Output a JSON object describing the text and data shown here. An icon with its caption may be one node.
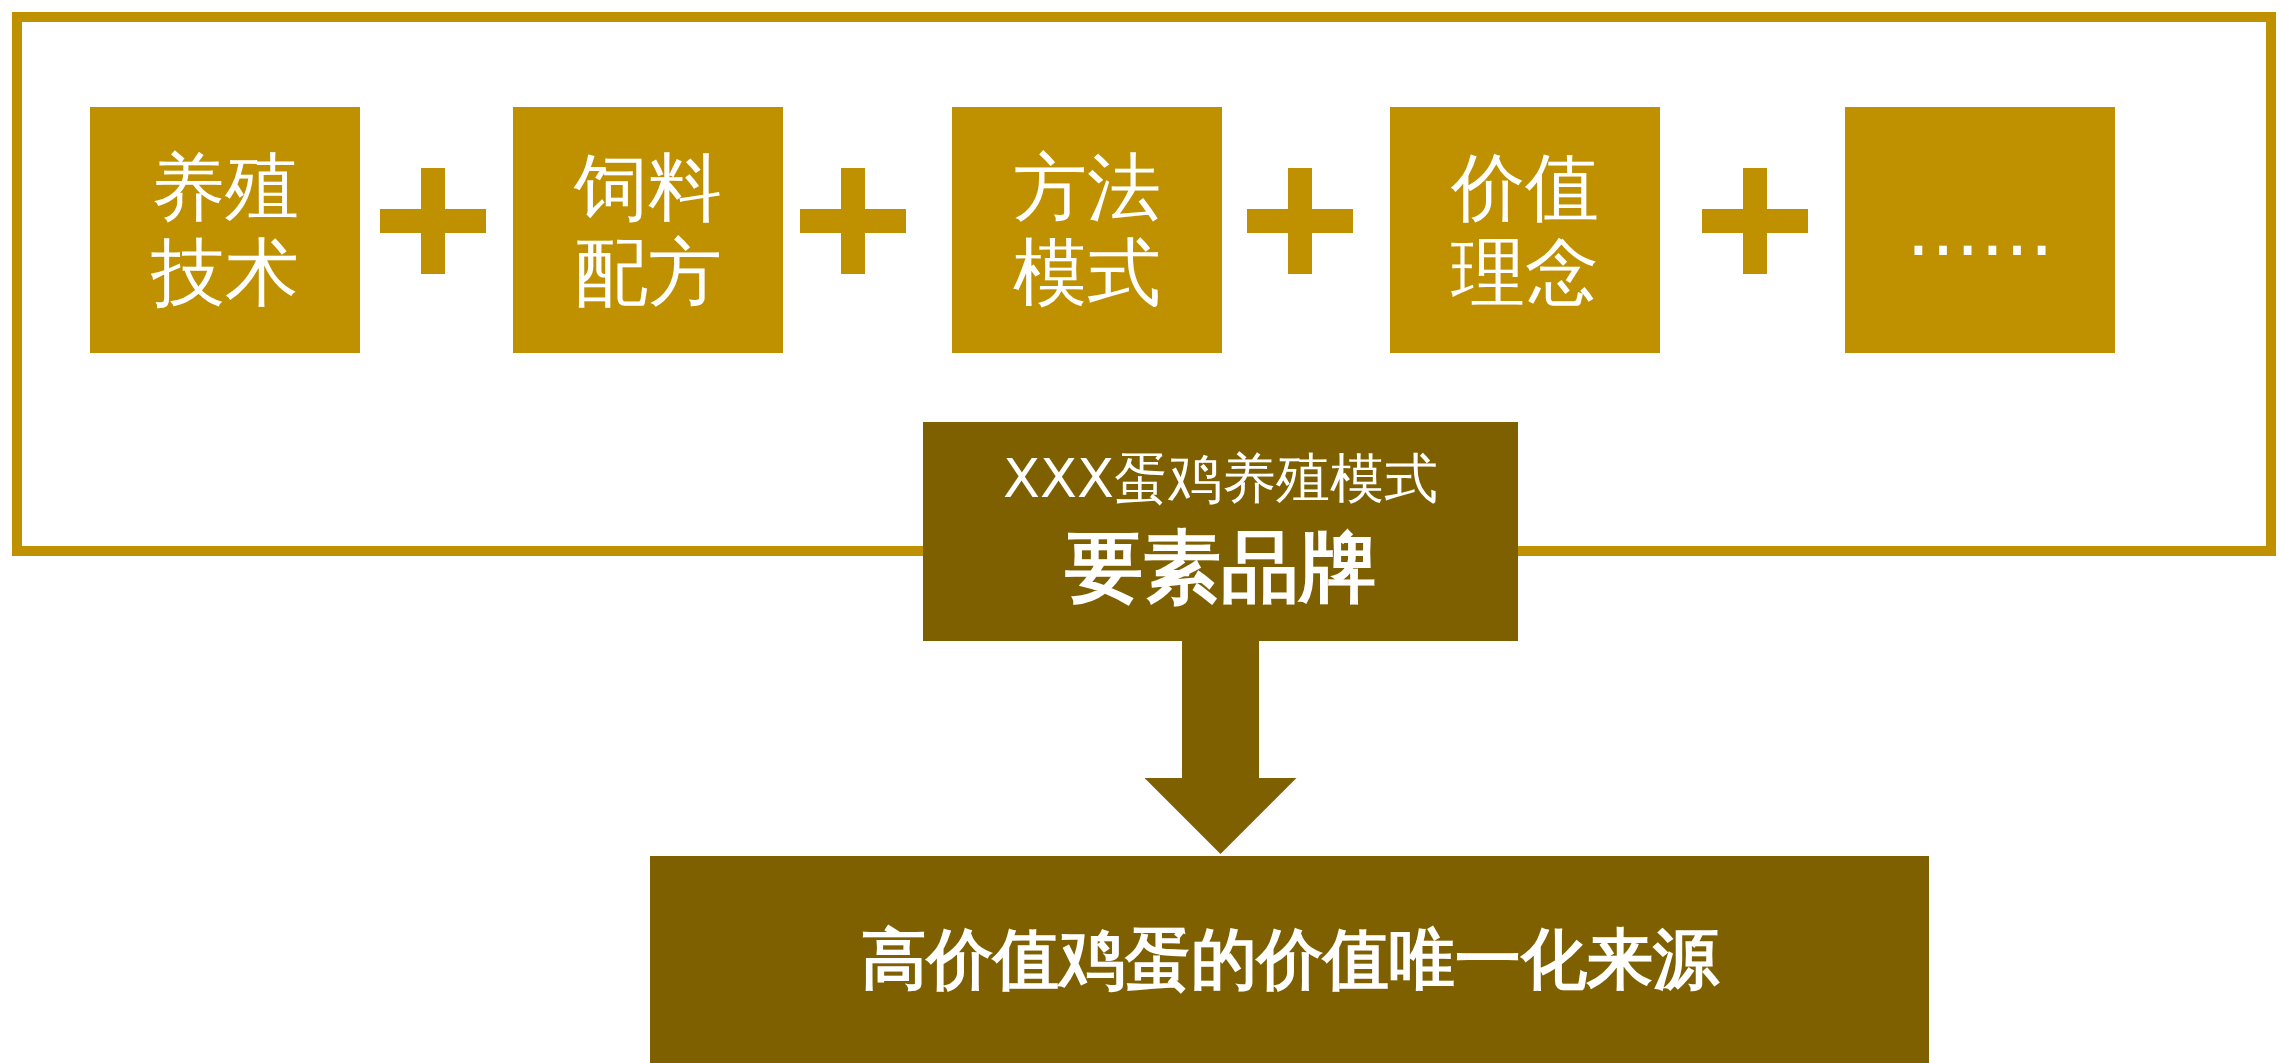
{
  "diagram": {
    "nodes": [
      {
        "text": [],
        "shape": "box"
      },
      {
        "text": [
          "养殖技术"
        ],
        "in": 0
      },
      {
        "text": [
          "饲料配方"
        ],
        "in": 0
      },
      {
        "text": [
          "方法模式"
        ],
        "in": 0
      },
      {
        "text": [
          "价值理念"
        ],
        "in": 0
      },
      {
        "text": [
          "……"
        ],
        "in": 0
      },
      {
        "text": [
          "XXX蛋鸡养殖模式",
          "要素品牌"
        ]
      },
      {
        "text": [
          "高价值鸡蛋的价值唯一化来源"
        ]
      }
    ],
    "edges": [
      {
        "from": 6,
        "to": 7,
        "arrow": "to"
      }
    ]
  }
}
